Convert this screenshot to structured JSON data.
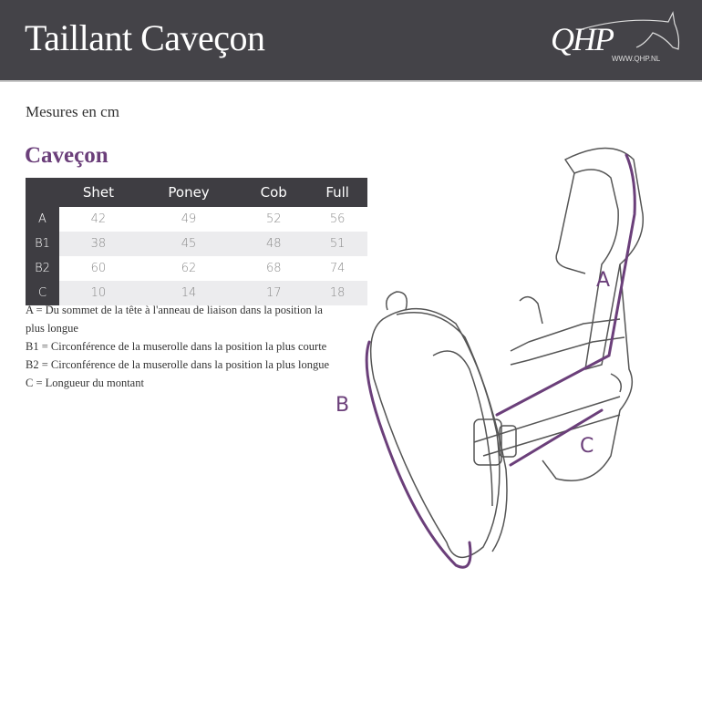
{
  "header": {
    "title": "Taillant Caveçon",
    "logo_text": "QHP",
    "logo_url": "WWW.QHP.NL"
  },
  "subtitle": "Mesures en cm",
  "section_title": "Caveçon",
  "table": {
    "columns": [
      "Shet",
      "Poney",
      "Cob",
      "Full"
    ],
    "rows": [
      {
        "label": "A",
        "values": [
          "42",
          "49",
          "52",
          "56"
        ]
      },
      {
        "label": "B1",
        "values": [
          "38",
          "45",
          "48",
          "51"
        ]
      },
      {
        "label": "B2",
        "values": [
          "60",
          "62",
          "68",
          "74"
        ]
      },
      {
        "label": "C",
        "values": [
          "10",
          "14",
          "17",
          "18"
        ]
      }
    ]
  },
  "notes": [
    "A = Du sommet de la tête à l'anneau de liaison dans la position la",
    "plus longue",
    "B1 = Circonférence de la muserolle dans la position la plus courte",
    "B2 = Circonférence de la muserolle dans la position la plus longue",
    "C = Longueur du montant"
  ],
  "illustration_labels": {
    "a": "A",
    "b": "B",
    "c": "C"
  },
  "colors": {
    "header": "#444348",
    "accent": "#6b3f7a"
  }
}
